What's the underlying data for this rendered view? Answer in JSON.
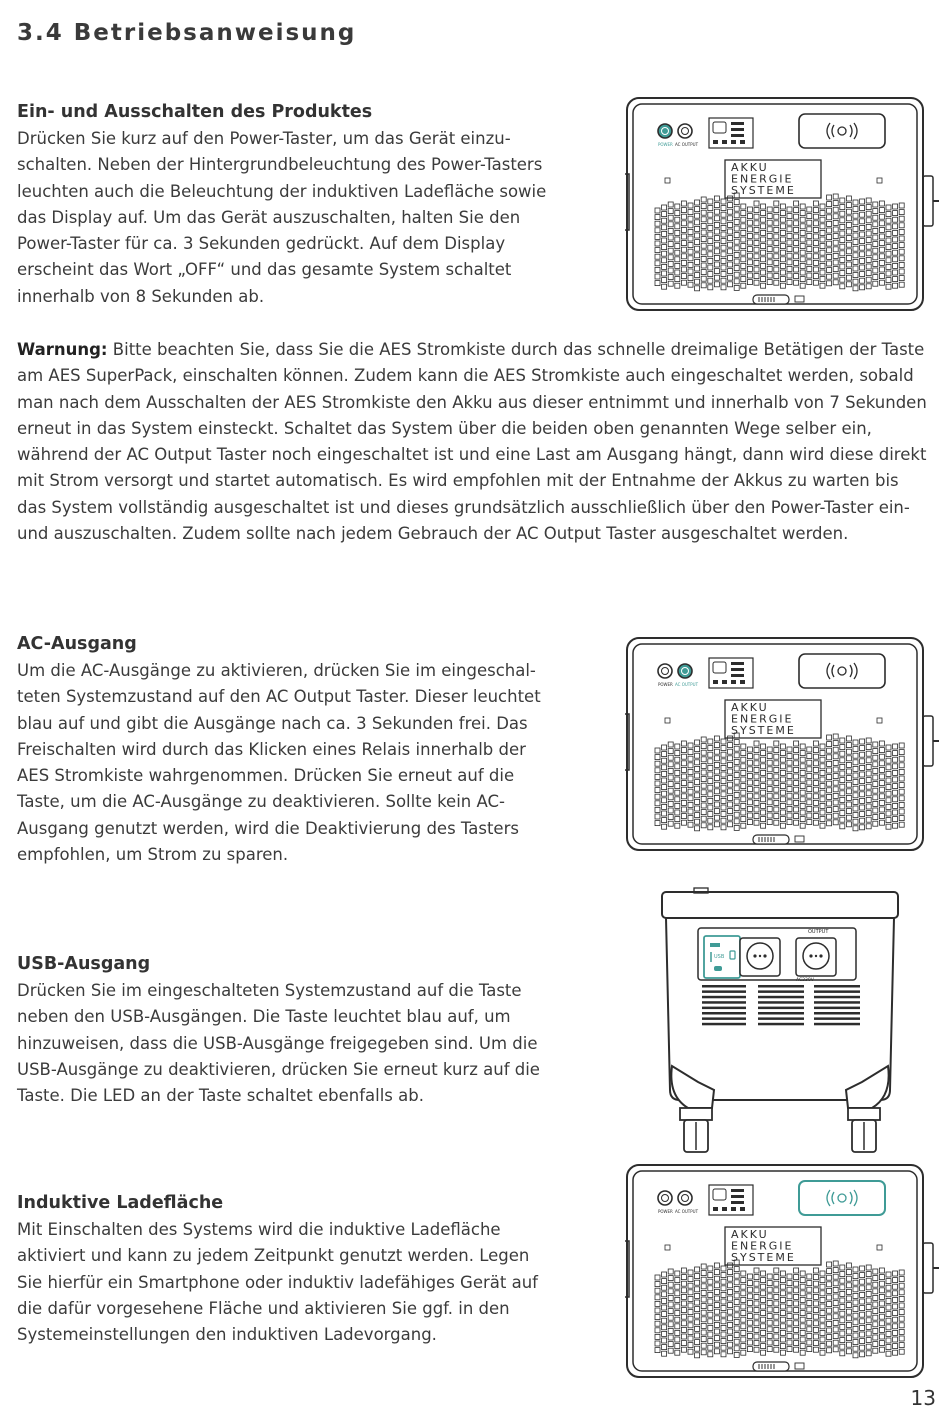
{
  "page": {
    "title": "3.4 Betriebsanweisung",
    "number": "13"
  },
  "sections": {
    "power": {
      "heading": "Ein- und Ausschalten des Produktes",
      "text": "Drücken Sie kurz auf den Power-Taster, um das Gerät einzu­schalten. Neben der Hintergrundbeleuchtung des Power-Tas­ters leuchten auch die Beleuchtung der induktiven Ladefläche sowie das Display auf. Um das Gerät auszuschalten, halten Sie den Power-Taster für ca. 3 Sekunden gedrückt. Auf dem Display erscheint das Wort „OFF“ und das gesamte System schaltet innerhalb von 8 Sekunden ab."
    },
    "warning": {
      "label": "Warnung:",
      "text": " Bitte beachten Sie, dass Sie die AES Stromkiste durch das schnelle dreimalige Betätigen der Taste am AES SuperPack, einschalten können. Zudem kann die AES Stromkiste auch eingeschaltet werden, sobald man nach dem Ausschalten der AES Stromkiste den Akku aus dieser entnimmt und innerhalb von 7 Sekunden erneut in das System einsteckt. Schaltet das System über die beiden oben genannten Wege selber ein, während der AC Output Taster noch eingeschaltet ist und eine Last am Ausgang hängt, dann wird diese direkt mit Strom versorgt und startet automatisch. Es wird empfohlen mit der Entnahme der Akkus zu warten bis das System vollständig ausgeschaltet ist und dieses grundsätzlich ausschließlich über den Power-Taster ein- und auszuschalten. Zudem sollte nach jedem Gebrauch der AC Output Taster ausgeschaltet werden."
    },
    "ac": {
      "heading": "AC-Ausgang",
      "text": "Um die AC-Ausgänge zu aktivieren, drücken Sie im eingeschal­teten Systemzustand auf den AC Output Taster. Dieser leuchtet blau auf und gibt die Ausgänge nach ca. 3 Sekunden frei. Das Freischalten wird durch das Klicken eines Relais innerhalb der AES Stromkiste wahrgenommen. Drücken Sie erneut auf die Taste, um die AC-Ausgänge zu deaktivieren. Sollte kein AC-Ausgang genutzt werden, wird die Deaktivierung des Tasters empfohlen, um Strom zu sparen."
    },
    "usb": {
      "heading": "USB-Ausgang",
      "text": "Drücken Sie im eingeschalteten Systemzustand auf die Taste neben den USB-Ausgängen. Die Taste leuchtet blau auf, um hinzuweisen, dass die USB-Ausgänge freigegeben sind. Um die USB-Ausgänge zu deaktivieren, drücken Sie erneut kurz auf die Taste. Die LED an der Taste schaltet ebenfalls ab."
    },
    "inductive": {
      "heading": "Induktive Ladefläche",
      "text": "Mit Einschalten des Systems wird die induktive Ladefläche aktiviert und kann zu jedem Zeitpunkt genutzt werden. Legen Sie hierfür ein Smartphone oder induktiv ladefähiges Gerät auf die dafür vorgesehene Fläche und aktivieren Sie ggf. in den Systemeinstellungen den induktiven Ladevorgang."
    }
  },
  "device": {
    "button_power": "POWER",
    "button_ac": "AC OUTPUT",
    "logo_lines": [
      "AKKU",
      "ENERGIE",
      "SYSTEME"
    ],
    "side_output_label": "OUTPUT",
    "side_voltage_label": "AC230V",
    "side_usb_label": "USB"
  },
  "colors": {
    "highlight": "#3f9b96",
    "outline": "#2d2d2d",
    "text": "#3b3b3b"
  }
}
